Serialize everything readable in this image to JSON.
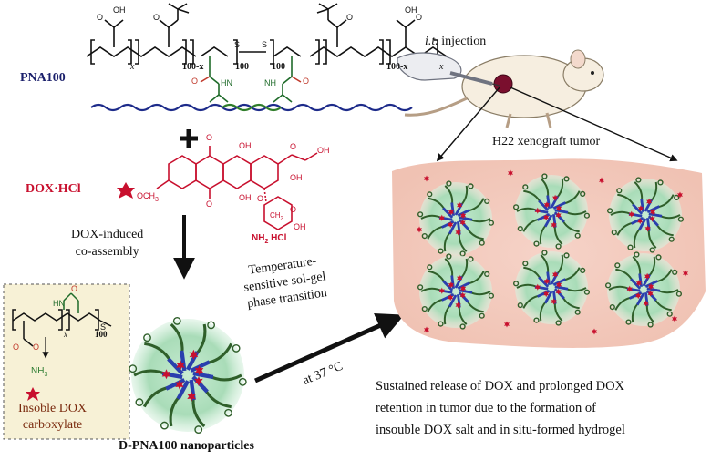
{
  "polymer": {
    "name": "PNA100",
    "subscripts": {
      "x": "x",
      "hundred_minus_x": "100-x",
      "hundred": "100"
    },
    "atoms": {
      "oh": "OH",
      "o": "O",
      "hn": "HN",
      "nh": "NH",
      "s": "S"
    }
  },
  "drug": {
    "name": "DOX·HCl",
    "atoms": {
      "o": "O",
      "oh": "OH",
      "och3": "OCH",
      "ch3": "CH",
      "nh2hcl": "NH",
      "hcl": "HCl"
    }
  },
  "plus_sign": "+",
  "step1": {
    "line1": "DOX-induced",
    "line2": "co-assembly"
  },
  "step2": {
    "line1": "Temperature-",
    "line2": "sensitive sol-gel",
    "line3": "phase transition",
    "line4": "at 37 °C"
  },
  "injection": {
    "prefix": "i.t.",
    "suffix": "injection"
  },
  "tumor_label": "H22 xenograft tumor",
  "inset": {
    "caption_line1": "Insoble DOX",
    "caption_line2": "carboxylate",
    "atoms": {
      "hn": "HN",
      "o": "O",
      "nh3": "NH",
      "s": "S",
      "x": "x",
      "hundred": "100"
    }
  },
  "nanoparticle_label": "D-PNA100 nanoparticles",
  "conclusion": {
    "line1": "Sustained release of DOX and prolonged DOX",
    "line2": "retention in tumor due to the formation of",
    "line3": "insouble DOX salt and in situ-formed hydrogel"
  },
  "colors": {
    "dox_red": "#c8102e",
    "shell_green": "#8fd1a0",
    "core_blue": "#2a3fae",
    "chain_green": "#2f5f2a",
    "gel_pink": "#f3c9bd",
    "inset_bg": "#f7f1d6",
    "carbonyl_red": "#c0392b",
    "amine_green": "#2e7d32"
  }
}
